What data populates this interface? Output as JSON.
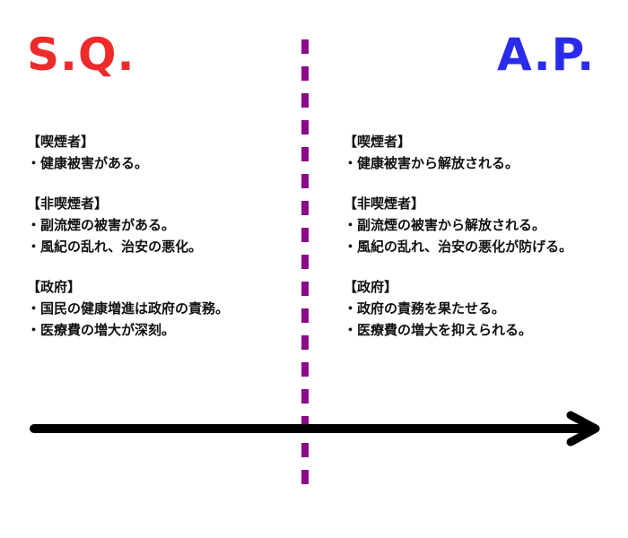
{
  "left": {
    "heading": "S.Q.",
    "groups": [
      {
        "title": "【喫煙者】",
        "items": [
          "・健康被害がある。"
        ]
      },
      {
        "title": "【非喫煙者】",
        "items": [
          "・副流煙の被害がある。",
          "・風紀の乱れ、治安の悪化。"
        ]
      },
      {
        "title": "【政府】",
        "items": [
          "・国民の健康増進は政府の責務。",
          "・医療費の増大が深刻。"
        ]
      }
    ]
  },
  "right": {
    "heading": "A.P.",
    "groups": [
      {
        "title": "【喫煙者】",
        "items": [
          "・健康被害から解放される。"
        ]
      },
      {
        "title": "【非喫煙者】",
        "items": [
          "・副流煙の被害から解放される。",
          "・風紀の乱れ、治安の悪化が防げる。"
        ]
      },
      {
        "title": "【政府】",
        "items": [
          "・政府の責務を果たせる。",
          "・医療費の増大を抑えられる。"
        ]
      }
    ]
  },
  "colors": {
    "left_heading": "#ee2b2b",
    "right_heading": "#2b2bee",
    "divider": "#8a0a8a",
    "arrow": "#000000"
  }
}
